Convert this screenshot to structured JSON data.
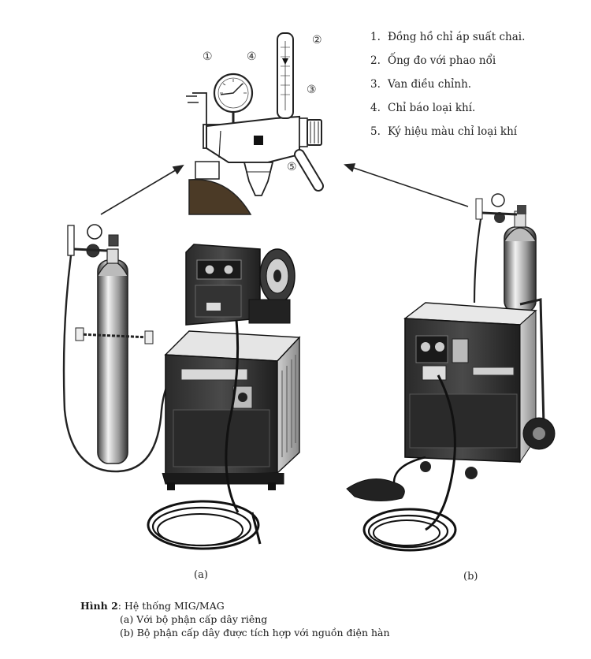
{
  "legend": {
    "items": [
      {
        "num": "1.",
        "text": "Đồng hồ chỉ áp suất chai."
      },
      {
        "num": "2.",
        "text": "Ống đo với phao nổi"
      },
      {
        "num": "3.",
        "text": "Van điều chỉnh."
      },
      {
        "num": "4.",
        "text": "Chỉ báo loại khí."
      },
      {
        "num": "5.",
        "text": "Ký hiệu màu chỉ loại khí"
      }
    ]
  },
  "callouts": [
    "①",
    "②",
    "③",
    "④",
    "⑤"
  ],
  "sublabels": {
    "a": "(a)",
    "b": "(b)"
  },
  "caption": {
    "fig_label": "Hình 2",
    "fig_title": ": Hệ thống MIG/MAG",
    "line_a": "(a)  Với bộ phận cấp dây riêng",
    "line_b": "(b) Bộ phận cấp dây được tích hợp với nguồn điện hàn"
  }
}
